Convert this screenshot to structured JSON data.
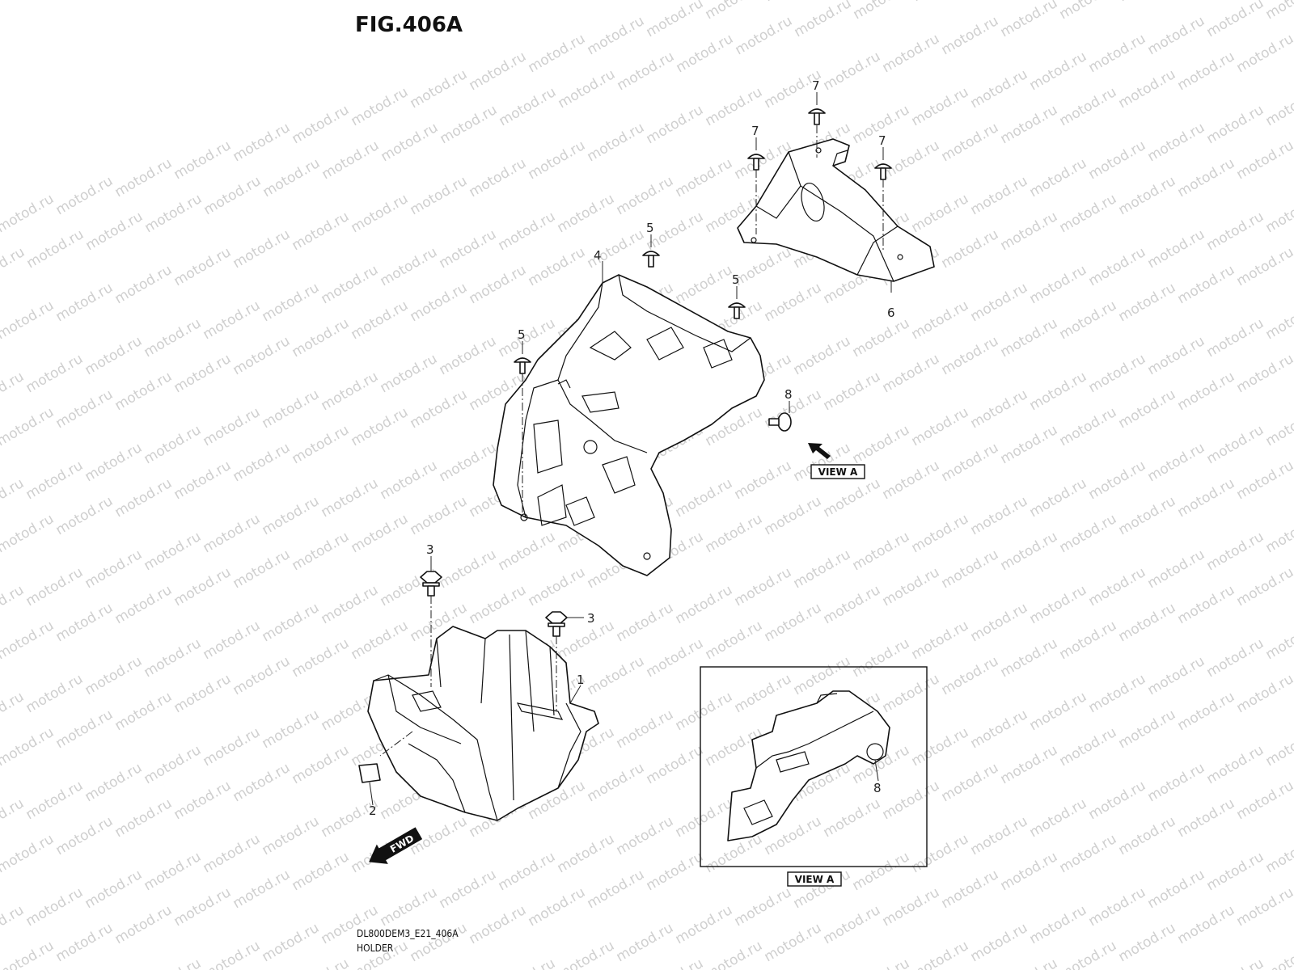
{
  "title": "FIG.406A",
  "watermark_text": "motod.ru",
  "callouts": [
    "1",
    "2",
    "3",
    "3",
    "4",
    "5",
    "5",
    "5",
    "6",
    "7",
    "7",
    "7",
    "8",
    "8"
  ],
  "view_tag": "VIEW A",
  "inset_tag": "VIEW A",
  "fwd_label": "FWD",
  "footer": {
    "code": "DL800DEM3_E21_406A",
    "name": "HOLDER"
  },
  "colors": {
    "line": "#111111",
    "watermark": "#cfcfcf",
    "background": "#ffffff"
  }
}
